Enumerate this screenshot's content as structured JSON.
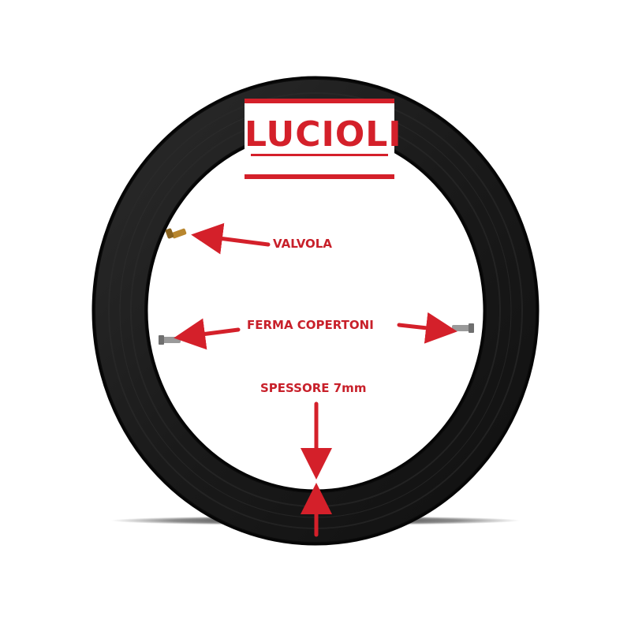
{
  "brand": {
    "logo_text": "LUCIOLI",
    "color": "#d4202a"
  },
  "annotations": {
    "valve_label": "VALVOLA",
    "tire_stop_label": "FERMA COPERTONI",
    "thickness_label": "SPESSORE 7mm"
  },
  "colors": {
    "label_text": "#c8202a",
    "arrow": "#d4202a",
    "tube": "#1c1c1c",
    "tube_edge": "#0a0a0a",
    "valve_brass": "#b8862e",
    "valve_silver": "#9a9a9a",
    "background": "#ffffff"
  },
  "icons": [
    "valve-icon",
    "tire-stop-icon",
    "arrow-icon"
  ]
}
